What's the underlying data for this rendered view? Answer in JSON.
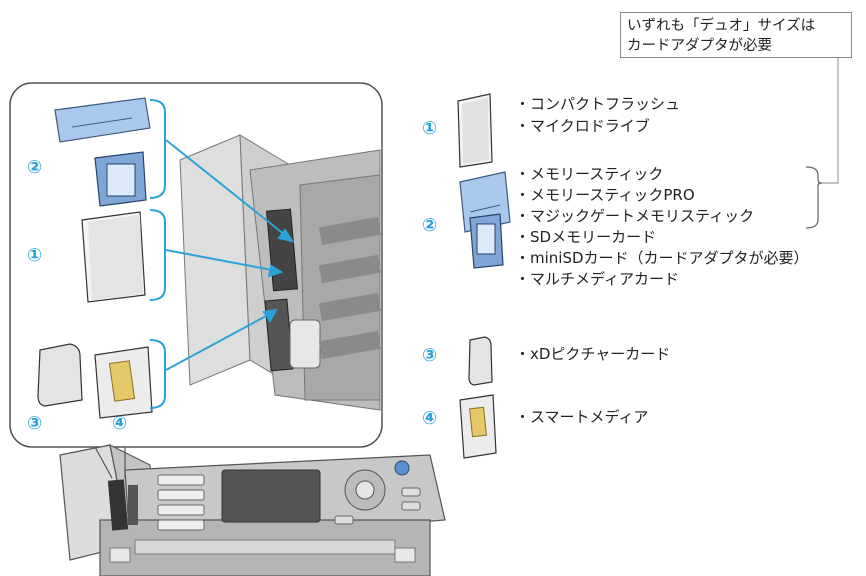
{
  "note": {
    "line1": "いずれも「デュオ」サイズは",
    "line2": "カードアダプタが必要"
  },
  "left_panel": {
    "labels": [
      "②",
      "①",
      "③",
      "④"
    ]
  },
  "card_groups": [
    {
      "number": "①",
      "items": [
        "・コンパクトフラッシュ",
        "・マイクロドライブ"
      ]
    },
    {
      "number": "②",
      "items": [
        "・メモリースティック",
        "・メモリースティックPRO",
        "・マジックゲートメモリスティック",
        "・SDメモリーカード",
        "・miniSDカード（カードアダプタが必要）",
        "・マルチメディアカード"
      ]
    },
    {
      "number": "③",
      "items": [
        "・xDピクチャーカード"
      ]
    },
    {
      "number": "④",
      "items": [
        "・スマートメディア"
      ]
    }
  ],
  "colors": {
    "accent": "#29a3d9",
    "card_blue": "#a9c8ec",
    "device_gray": "#c9c9c9"
  }
}
